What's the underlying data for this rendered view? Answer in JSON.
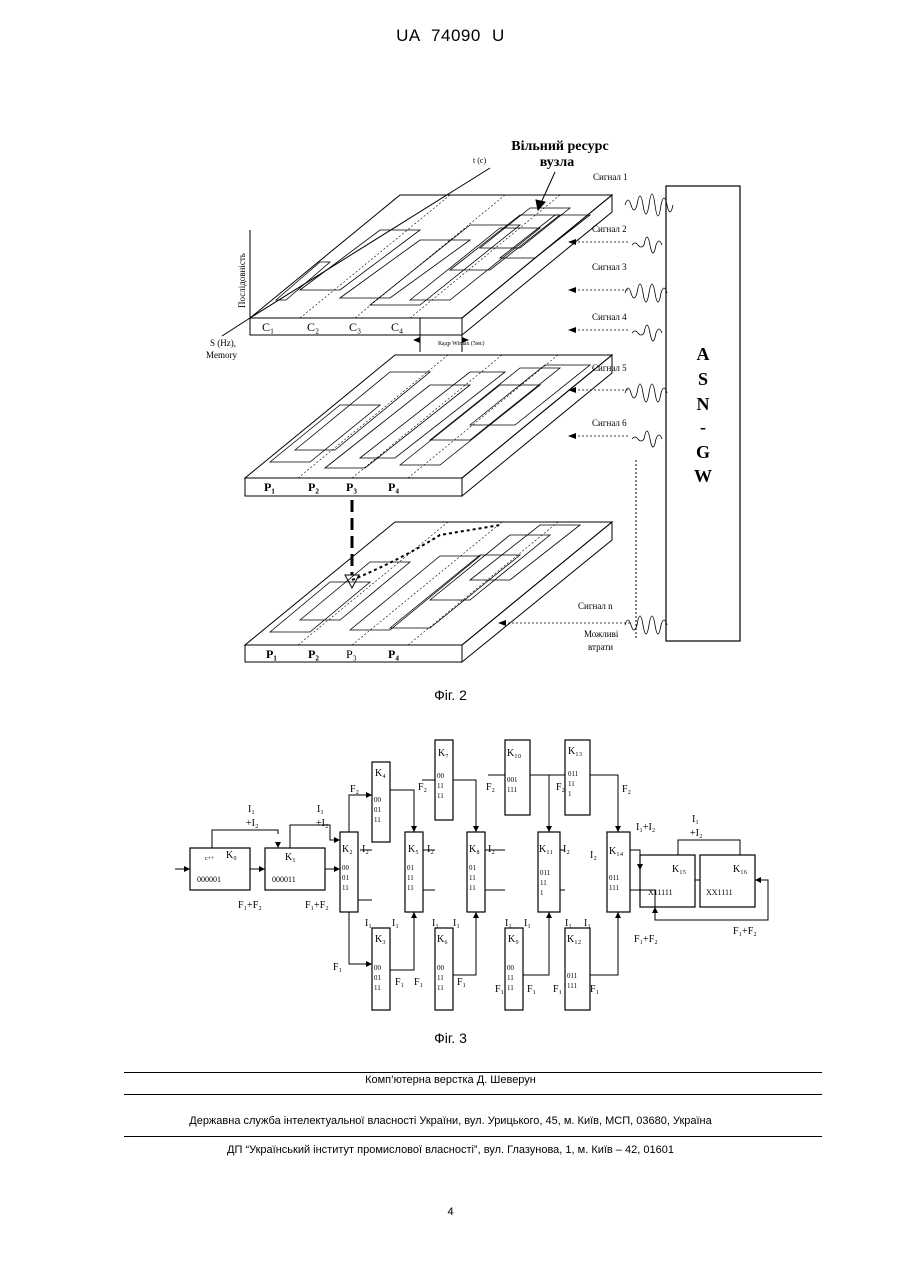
{
  "header": {
    "patent_number": "UA   74090   U"
  },
  "figure2": {
    "caption": "Фіг. 2",
    "title_line1": "Вільний ресурс",
    "title_line2": "вузла",
    "axis_y": "Послідовність",
    "axis_t": "t (с)",
    "axis_x_line1": "S (Hz),",
    "axis_x_line2": "Memory",
    "frame_label": "Кадр Wimax (5мс)",
    "layer1_labels": [
      "C₁",
      "C₂",
      "C₃",
      "C₄"
    ],
    "layer2_labels": [
      "P₁",
      "P₂",
      "P₃",
      "P₄"
    ],
    "layer3_labels": [
      "P₁",
      "P₂",
      "P₃",
      "P₄"
    ],
    "signals": [
      "Сигнал 1",
      "Сигнал 2",
      "Сигнал 3",
      "Сигнал 4",
      "Сигнал 5",
      "Сигнал 6",
      "Сигнал n"
    ],
    "losses_line1": "Можливі",
    "losses_line2": "втрати",
    "gateway_letters": [
      "A",
      "S",
      "N",
      "-",
      "G",
      "W"
    ]
  },
  "figure3": {
    "caption": "Фіг. 3",
    "blocks": {
      "K0": {
        "label": "K₀",
        "sub": "c++",
        "code": "000001"
      },
      "K1": {
        "label": "K₁",
        "code": "000011"
      },
      "K2": {
        "label": "K₂",
        "code": [
          "00",
          "01",
          "11"
        ]
      },
      "K3": {
        "label": "K₃",
        "code": [
          "00",
          "01",
          "11"
        ]
      },
      "K4": {
        "label": "K₄",
        "code": [
          "00",
          "01",
          "11"
        ]
      },
      "K5": {
        "label": "K₅",
        "code": [
          "01",
          "11",
          "11"
        ]
      },
      "K6": {
        "label": "K₆",
        "code": [
          "00",
          "11",
          "11"
        ]
      },
      "K7": {
        "label": "K₇",
        "code": [
          "00",
          "11",
          "11"
        ]
      },
      "K8": {
        "label": "K₈",
        "code": [
          "01",
          "11",
          "11"
        ]
      },
      "K9": {
        "label": "K₉",
        "code": [
          "00",
          "11",
          "11"
        ]
      },
      "K10": {
        "label": "K₁₀",
        "code": [
          "001",
          "111"
        ]
      },
      "K11": {
        "label": "K₁₁",
        "code": [
          "011",
          "11",
          "1"
        ]
      },
      "K12": {
        "label": "K₁₂",
        "code": [
          "011",
          "111"
        ]
      },
      "K13": {
        "label": "K₁₃",
        "code": [
          "011",
          "11",
          "1"
        ]
      },
      "K14": {
        "label": "K₁₄",
        "code": [
          "011",
          "111"
        ]
      },
      "K15": {
        "label": "K₁₅",
        "code": "X11111"
      },
      "K16": {
        "label": "K₁₆",
        "code": "XX1111"
      }
    },
    "signal_labels": {
      "F1": "F₁",
      "F2": "F₂",
      "I1": "I₁",
      "I2": "I₂",
      "F1F2": "F₁+F₂",
      "I1I2": "I₁+I₂",
      "I1_line": "I₁",
      "I2_line": "+I₂"
    }
  },
  "footer": {
    "layout_credit": "Комп’ютерна верстка Д. Шеверун",
    "agency": "Державна служба інтелектуальної власності України, вул. Урицького, 45, м. Київ, МСП, 03680, Україна",
    "institute": "ДП “Український інститут промислової власності”, вул. Глазунова, 1, м. Київ – 42, 01601",
    "page_number": "4"
  }
}
